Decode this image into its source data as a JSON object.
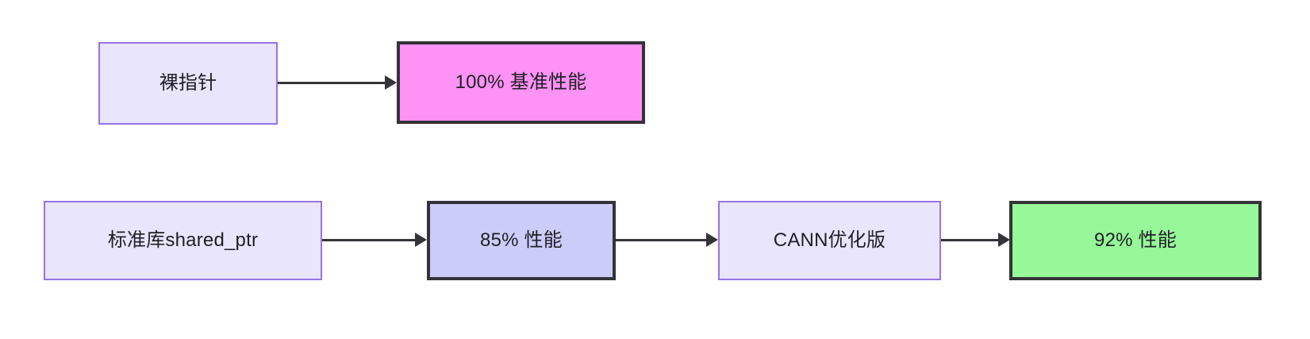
{
  "diagram": {
    "type": "flowchart",
    "direction": "left-to-right",
    "background_color": "#ffffff",
    "palette": {
      "plain_fill": "#e9e5fc",
      "plain_border": "#9673e4",
      "strong_border": "#333338",
      "pink_fill": "#ff92f5",
      "blue_fill": "#ccccf8",
      "green_fill": "#97f89a",
      "edge_color": "#333338",
      "text_color": "#1f1f26"
    },
    "rows": [
      {
        "id": "row-baseline",
        "nodes": [
          {
            "id": "raw-pointer",
            "label": "裸指针",
            "style": "plain"
          },
          {
            "id": "baseline-performance",
            "label": "100% 基准性能",
            "style": "pink"
          }
        ]
      },
      {
        "id": "row-shared-ptr",
        "nodes": [
          {
            "id": "std-shared-ptr",
            "label": "标准库shared_ptr",
            "style": "plain"
          },
          {
            "id": "perf-85",
            "label": "85% 性能",
            "style": "blue"
          },
          {
            "id": "cann-optimized",
            "label": "CANN优化版",
            "style": "plain"
          },
          {
            "id": "perf-92",
            "label": "92% 性能",
            "style": "green"
          }
        ]
      }
    ],
    "edges": [
      {
        "id": "edge-raw-to-baseline",
        "from": "raw-pointer",
        "to": "baseline-performance",
        "label": ""
      },
      {
        "id": "edge-shared-to-85",
        "from": "std-shared-ptr",
        "to": "perf-85",
        "label": ""
      },
      {
        "id": "edge-85-to-cann",
        "from": "perf-85",
        "to": "cann-optimized",
        "label": ""
      },
      {
        "id": "edge-cann-to-92",
        "from": "cann-optimized",
        "to": "perf-92",
        "label": ""
      }
    ],
    "measurements": {
      "performance_values": [
        {
          "node": "baseline-performance",
          "percent": 100
        },
        {
          "node": "perf-85",
          "percent": 85
        },
        {
          "node": "perf-92",
          "percent": 92
        }
      ]
    }
  }
}
